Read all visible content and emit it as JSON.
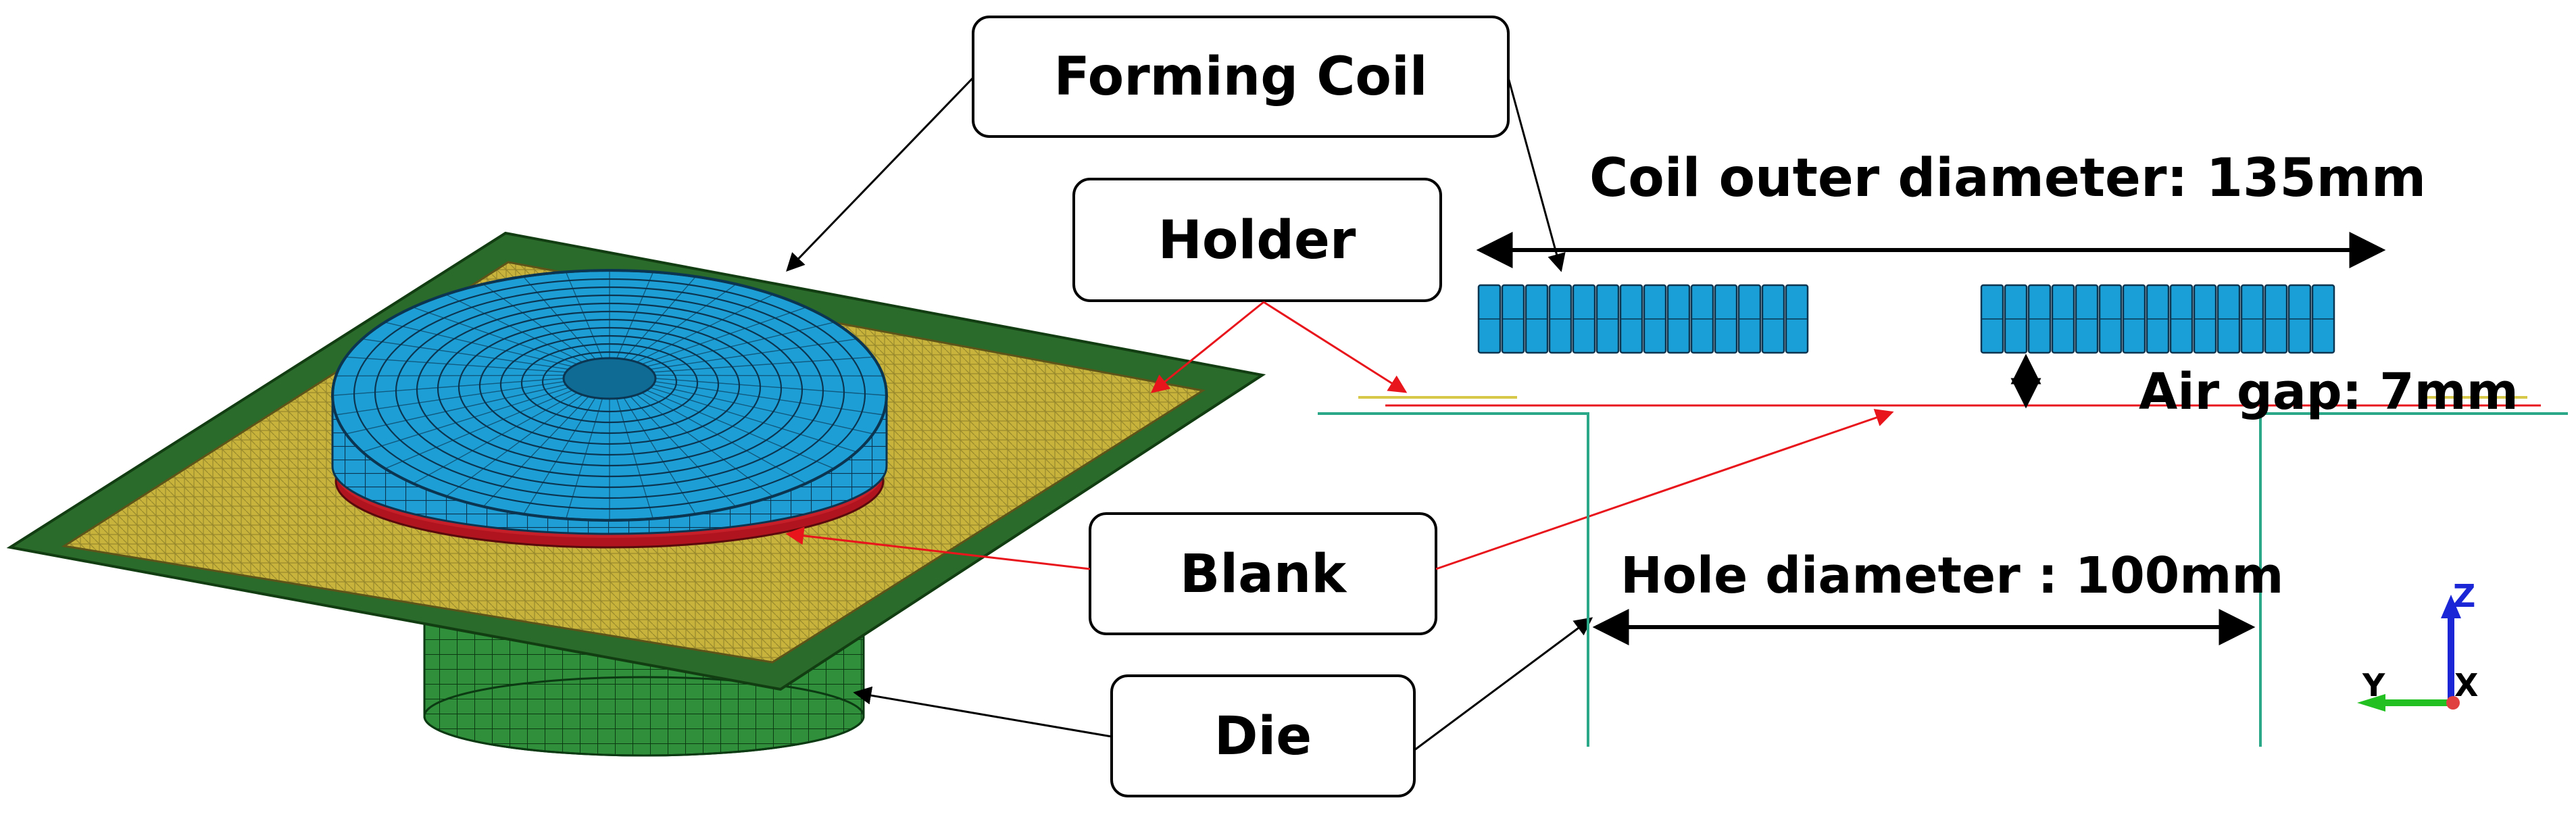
{
  "labels": {
    "forming_coil": "Forming Coil",
    "holder": "Holder",
    "blank": "Blank",
    "die": "Die"
  },
  "dimensions": {
    "coil_outer_diameter": "Coil outer diameter: 135mm",
    "air_gap": "Air gap: 7mm",
    "hole_diameter": "Hole diameter : 100mm"
  },
  "axes_triad": {
    "z": "Z",
    "y": "Y",
    "x": "X"
  },
  "colors": {
    "coil": "#1a9fd6",
    "coil_edge": "#0b3a55",
    "holder": "#c8b840",
    "plate": "#2a6a2a",
    "blank": "#c0202a",
    "die": "#2d8a3a",
    "pointer_red": "#e8161c",
    "section_line": "#2aa888",
    "axis_z": "#1b27d6",
    "axis_y": "#22c020"
  }
}
